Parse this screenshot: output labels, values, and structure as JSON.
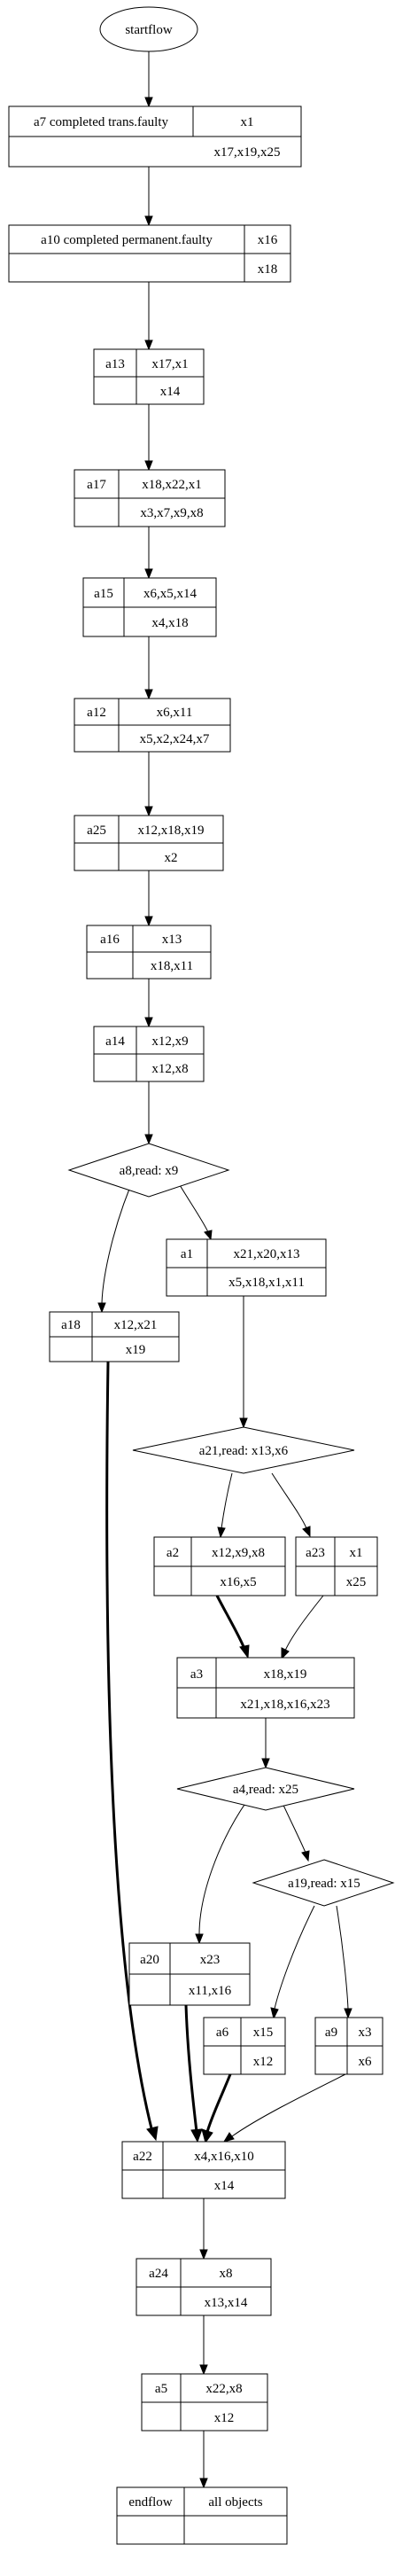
{
  "flowchart": {
    "start": "startflow",
    "end_cells": [
      "endflow",
      "all objects"
    ],
    "nodes": {
      "a7": {
        "cells": [
          "a7 completed trans.faulty",
          "x1",
          "x17,x19,x25"
        ]
      },
      "a10": {
        "cells": [
          "a10 completed permanent.faulty",
          "x16",
          "x18"
        ]
      },
      "a13": {
        "cells": [
          "a13",
          "x17,x1",
          "x14"
        ]
      },
      "a17": {
        "cells": [
          "a17",
          "x18,x22,x1",
          "x3,x7,x9,x8"
        ]
      },
      "a15": {
        "cells": [
          "a15",
          "x6,x5,x14",
          "x4,x18"
        ]
      },
      "a12": {
        "cells": [
          "a12",
          "x6,x11",
          "x5,x2,x24,x7"
        ]
      },
      "a25": {
        "cells": [
          "a25",
          "x12,x18,x19",
          "x2"
        ]
      },
      "a16": {
        "cells": [
          "a16",
          "x13",
          "x18,x11"
        ]
      },
      "a14": {
        "cells": [
          "a14",
          "x12,x9",
          "x12,x8"
        ]
      },
      "a1": {
        "cells": [
          "a1",
          "x21,x20,x13",
          "x5,x18,x1,x11"
        ]
      },
      "a18": {
        "cells": [
          "a18",
          "x12,x21",
          "x19"
        ]
      },
      "a2": {
        "cells": [
          "a2",
          "x12,x9,x8",
          "x16,x5"
        ]
      },
      "a23": {
        "cells": [
          "a23",
          "x1",
          "x25"
        ]
      },
      "a3": {
        "cells": [
          "a3",
          "x18,x19",
          "x21,x18,x16,x23"
        ]
      },
      "a20": {
        "cells": [
          "a20",
          "x23",
          "x11,x16"
        ]
      },
      "a6": {
        "cells": [
          "a6",
          "x15",
          "x12"
        ]
      },
      "a9": {
        "cells": [
          "a9",
          "x3",
          "x6"
        ]
      },
      "a22": {
        "cells": [
          "a22",
          "x4,x16,x10",
          "x14"
        ]
      },
      "a24": {
        "cells": [
          "a24",
          "x8",
          "x13,x14"
        ]
      },
      "a5": {
        "cells": [
          "a5",
          "x22,x8",
          "x12"
        ]
      }
    },
    "decisions": {
      "a8": "a8,read: x9",
      "a21": "a21,read: x13,x6",
      "a4": "a4,read: x25",
      "a19": "a19,read: x15"
    }
  }
}
